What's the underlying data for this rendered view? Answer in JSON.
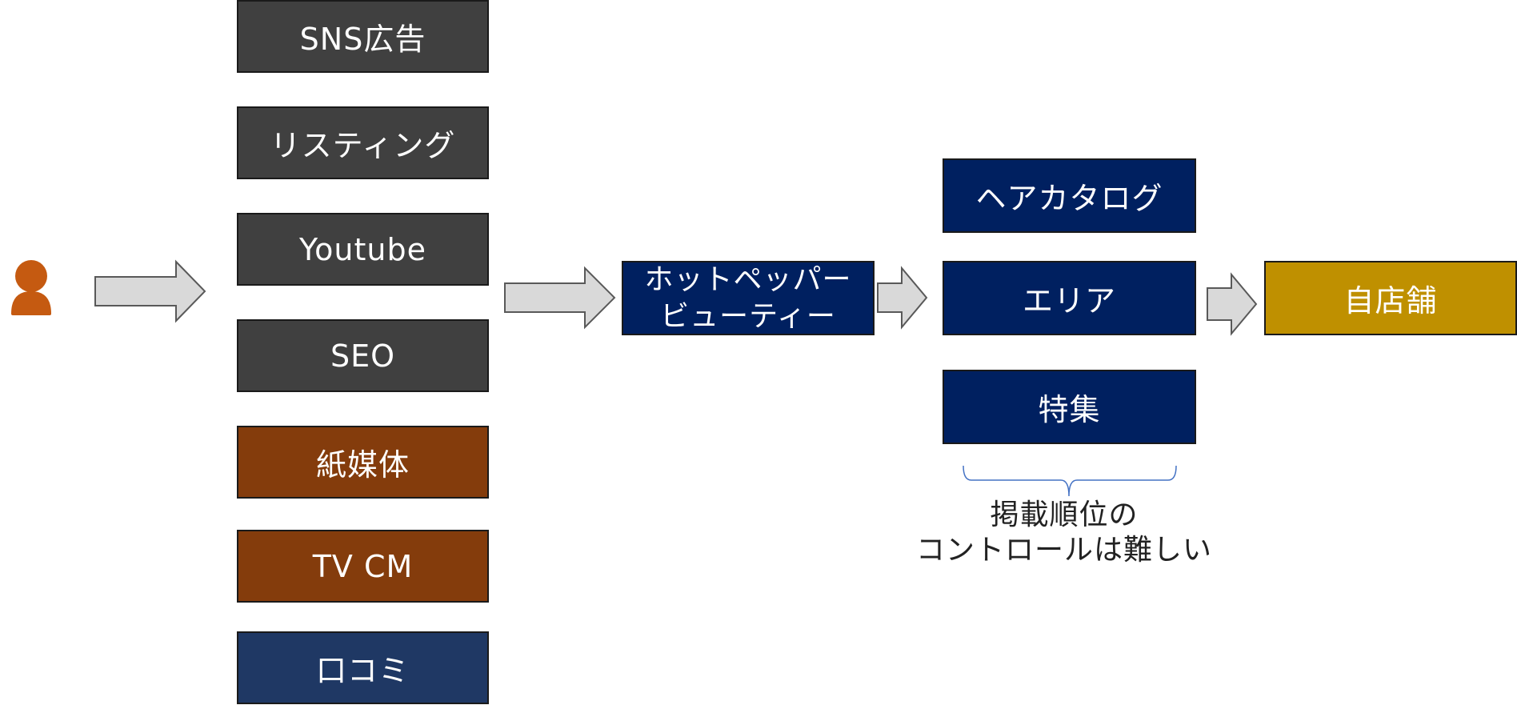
{
  "channels": [
    {
      "label": "SNS広告",
      "color": "#404040"
    },
    {
      "label": "リスティング",
      "color": "#404040"
    },
    {
      "label": "Youtube",
      "color": "#404040"
    },
    {
      "label": "SEO",
      "color": "#404040"
    },
    {
      "label": "紙媒体",
      "color": "#843c0c"
    },
    {
      "label": "TV CM",
      "color": "#843c0c"
    },
    {
      "label": "口コミ",
      "color": "#1f3864"
    }
  ],
  "platform": {
    "line1": "ホットペッパー",
    "line2": "ビューティー",
    "color": "#002060"
  },
  "sections": [
    {
      "label": "ヘアカタログ",
      "color": "#002060"
    },
    {
      "label": "エリア",
      "color": "#002060"
    },
    {
      "label": "特集",
      "color": "#002060"
    }
  ],
  "destination": {
    "label": "自店舗",
    "color": "#bf9000"
  },
  "note": {
    "line1": "掲載順位の",
    "line2": "コントロールは難しい"
  },
  "icons": {
    "user": "person-icon",
    "user_color": "#c55a11",
    "arrow": "right-arrow-icon",
    "arrow_fill": "#d9d9d9",
    "brace": "curly-brace-icon",
    "brace_color": "#4472c4"
  }
}
